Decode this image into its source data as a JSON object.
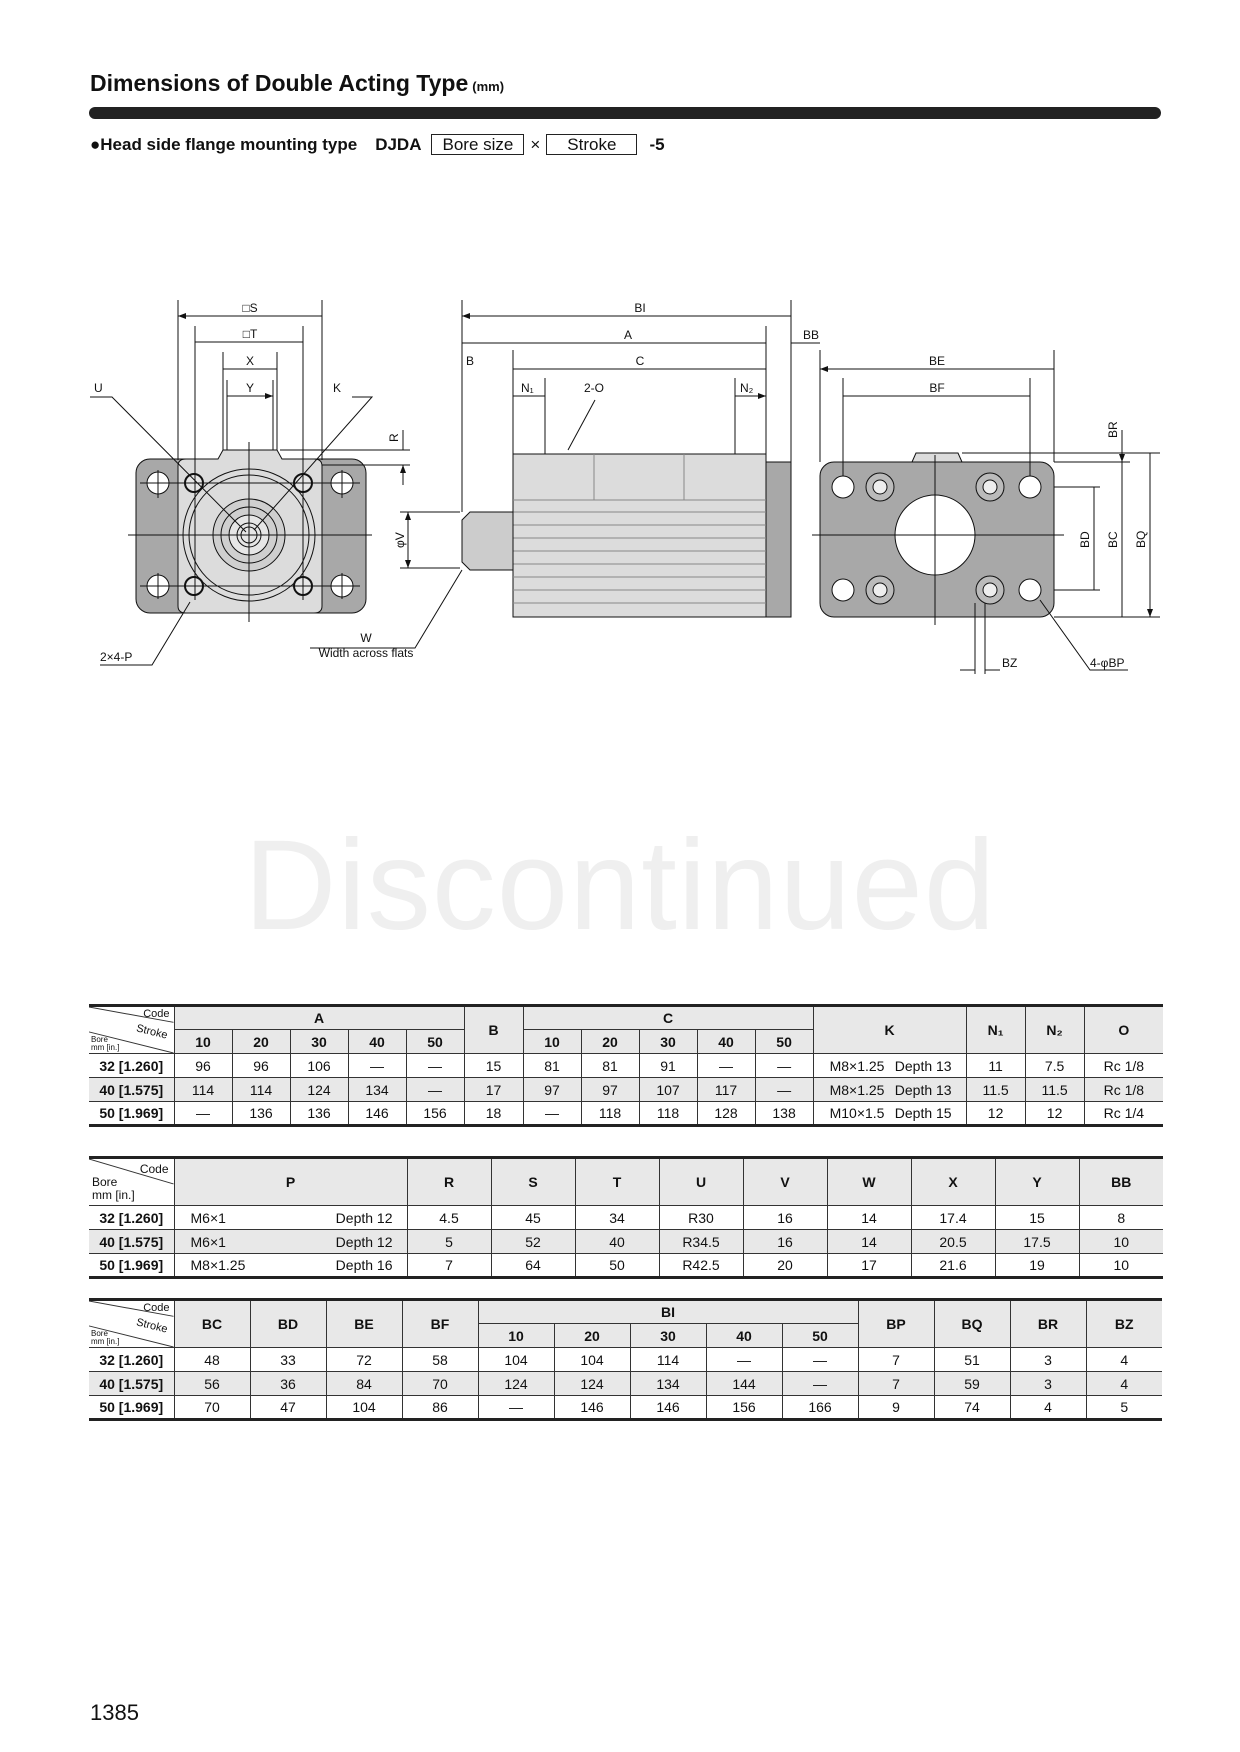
{
  "title": "Dimensions of Double Acting Type",
  "unit": "(mm)",
  "subtitle": {
    "label": "●Head side flange mounting type",
    "model": "DJDA",
    "bore": "Bore size",
    "times": "×",
    "stroke": "Stroke",
    "suffix": "-5"
  },
  "drawing": {
    "S": "□S",
    "T": "□T",
    "X": "X",
    "Y": "Y",
    "U": "U",
    "K": "K",
    "R": "R",
    "V": "φV",
    "W": "W",
    "waf": "Width across flats",
    "P": "2×4-P",
    "BI": "BI",
    "A": "A",
    "BB": "BB",
    "B": "B",
    "C": "C",
    "N1": "N₁",
    "O": "2-O",
    "N2": "N₂",
    "BE": "BE",
    "BF": "BF",
    "BR": "BR",
    "BD": "BD",
    "BC": "BC",
    "BQ": "BQ",
    "BZ": "BZ",
    "BP": "4-φBP"
  },
  "watermark": "Discontinued",
  "header": {
    "code": "Code",
    "stroke": "Stroke",
    "bore": "Bore",
    "bore_unit": "mm [in.]"
  },
  "table1": {
    "cols": {
      "A": "A",
      "B": "B",
      "C": "C",
      "K": "K",
      "N1": "N₁",
      "N2": "N₂",
      "O": "O"
    },
    "strokes": [
      "10",
      "20",
      "30",
      "40",
      "50"
    ],
    "rows": [
      {
        "bore": "32 [1.260]",
        "A": [
          "96",
          "96",
          "106",
          "—",
          "—"
        ],
        "B": "15",
        "C": [
          "81",
          "81",
          "91",
          "—",
          "—"
        ],
        "K": [
          "M8×1.25",
          "Depth 13"
        ],
        "N1": "11",
        "N2": "7.5",
        "O": "Rc 1/8"
      },
      {
        "bore": "40 [1.575]",
        "A": [
          "114",
          "114",
          "124",
          "134",
          "—"
        ],
        "B": "17",
        "C": [
          "97",
          "97",
          "107",
          "117",
          "—"
        ],
        "K": [
          "M8×1.25",
          "Depth 13"
        ],
        "N1": "11.5",
        "N2": "11.5",
        "O": "Rc 1/8"
      },
      {
        "bore": "50 [1.969]",
        "A": [
          "—",
          "136",
          "136",
          "146",
          "156"
        ],
        "B": "18",
        "C": [
          "—",
          "118",
          "118",
          "128",
          "138"
        ],
        "K": [
          "M10×1.5",
          "Depth 15"
        ],
        "N1": "12",
        "N2": "12",
        "O": "Rc 1/4"
      }
    ]
  },
  "table2": {
    "cols": [
      "P",
      "R",
      "S",
      "T",
      "U",
      "V",
      "W",
      "X",
      "Y",
      "BB"
    ],
    "rows": [
      {
        "bore": "32 [1.260]",
        "P": [
          "M6×1",
          "Depth 12"
        ],
        "vals": [
          "4.5",
          "45",
          "34",
          "R30",
          "16",
          "14",
          "17.4",
          "15",
          "8"
        ]
      },
      {
        "bore": "40 [1.575]",
        "P": [
          "M6×1",
          "Depth 12"
        ],
        "vals": [
          "5",
          "52",
          "40",
          "R34.5",
          "16",
          "14",
          "20.5",
          "17.5",
          "10"
        ]
      },
      {
        "bore": "50 [1.969]",
        "P": [
          "M8×1.25",
          "Depth 16"
        ],
        "vals": [
          "7",
          "64",
          "50",
          "R42.5",
          "20",
          "17",
          "21.6",
          "19",
          "10"
        ]
      }
    ]
  },
  "table3": {
    "cols": [
      "BC",
      "BD",
      "BE",
      "BF",
      "BI",
      "BP",
      "BQ",
      "BR",
      "BZ"
    ],
    "strokes": [
      "10",
      "20",
      "30",
      "40",
      "50"
    ],
    "rows": [
      {
        "bore": "32 [1.260]",
        "pre": [
          "48",
          "33",
          "72",
          "58"
        ],
        "BI": [
          "104",
          "104",
          "114",
          "—",
          "—"
        ],
        "post": [
          "7",
          "51",
          "3",
          "4"
        ]
      },
      {
        "bore": "40 [1.575]",
        "pre": [
          "56",
          "36",
          "84",
          "70"
        ],
        "BI": [
          "124",
          "124",
          "134",
          "144",
          "—"
        ],
        "post": [
          "7",
          "59",
          "3",
          "4"
        ]
      },
      {
        "bore": "50 [1.969]",
        "pre": [
          "70",
          "47",
          "104",
          "86"
        ],
        "BI": [
          "—",
          "146",
          "146",
          "156",
          "166"
        ],
        "post": [
          "9",
          "74",
          "4",
          "5"
        ]
      }
    ]
  },
  "page_number": "1385"
}
